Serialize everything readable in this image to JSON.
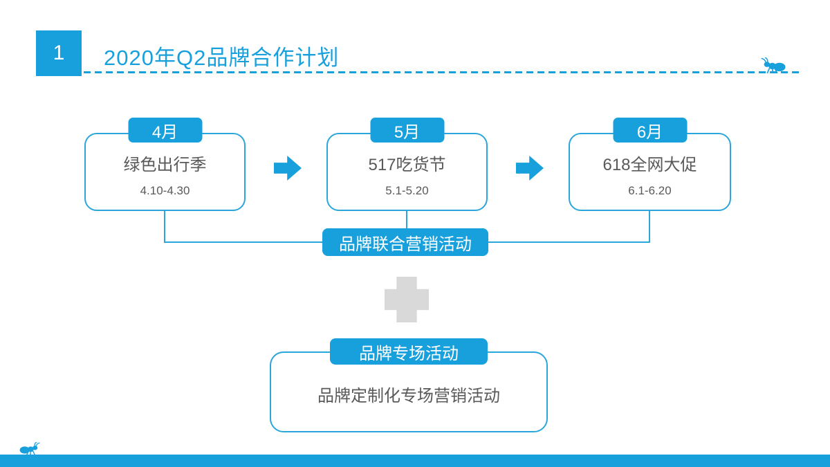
{
  "slide": {
    "section_number": "1",
    "title": "2020年Q2品牌合作计划"
  },
  "colors": {
    "accent_blue": "#18A0DC",
    "border_blue": "#2AA6DC",
    "body_text_gray": "#595959",
    "plus_gray": "#D9D9D9",
    "background": "#FFFFFF"
  },
  "months": [
    {
      "tab": "4月",
      "title": "绿色出行季",
      "dates": "4.10-4.30"
    },
    {
      "tab": "5月",
      "title": "517吃货节",
      "dates": "5.1-5.20"
    },
    {
      "tab": "6月",
      "title": "618全网大促",
      "dates": "6.1-6.20"
    }
  ],
  "joint_campaign_label": "品牌联合营销活动",
  "special_campaign": {
    "tab": "品牌专场活动",
    "body": "品牌定制化专场营销活动"
  },
  "icons": {
    "divider_ant": "ant-icon",
    "footer_ant": "ant-icon",
    "flow_arrow": "arrow-right-icon",
    "combine": "plus-icon"
  }
}
